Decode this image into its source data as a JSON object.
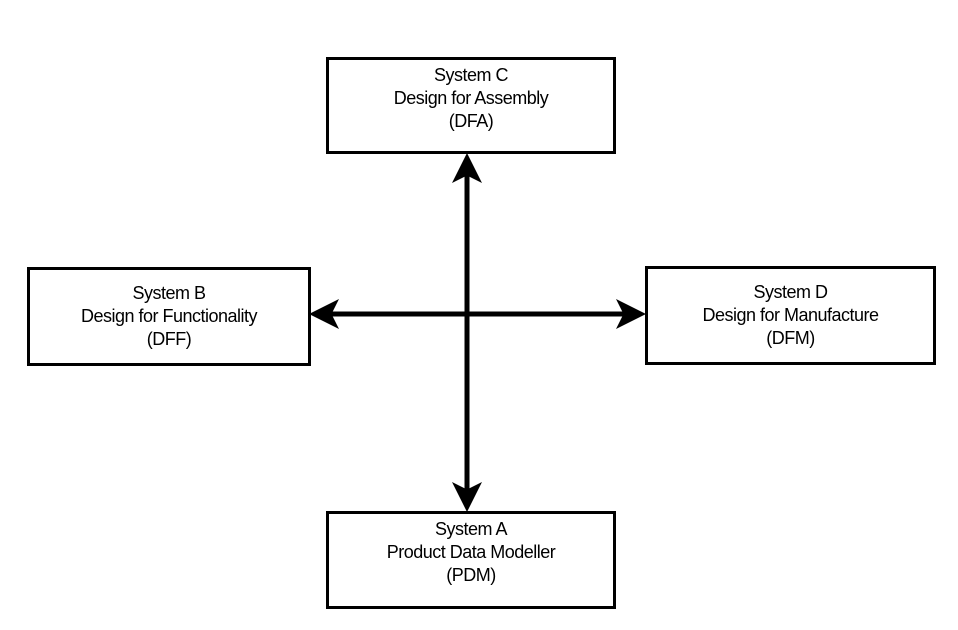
{
  "boxes": {
    "c": {
      "title": "System C",
      "name": "Design for Assembly",
      "abbr": "(DFA)"
    },
    "b": {
      "title": "System B",
      "name": "Design for Functionality",
      "abbr": "(DFF)"
    },
    "d": {
      "title": "System D",
      "name": "Design for Manufacture",
      "abbr": "(DFM)"
    },
    "a": {
      "title": "System A",
      "name": "Product Data Modeller",
      "abbr": "(PDM)"
    }
  },
  "colors": {
    "line": "#000000",
    "background": "#ffffff"
  }
}
